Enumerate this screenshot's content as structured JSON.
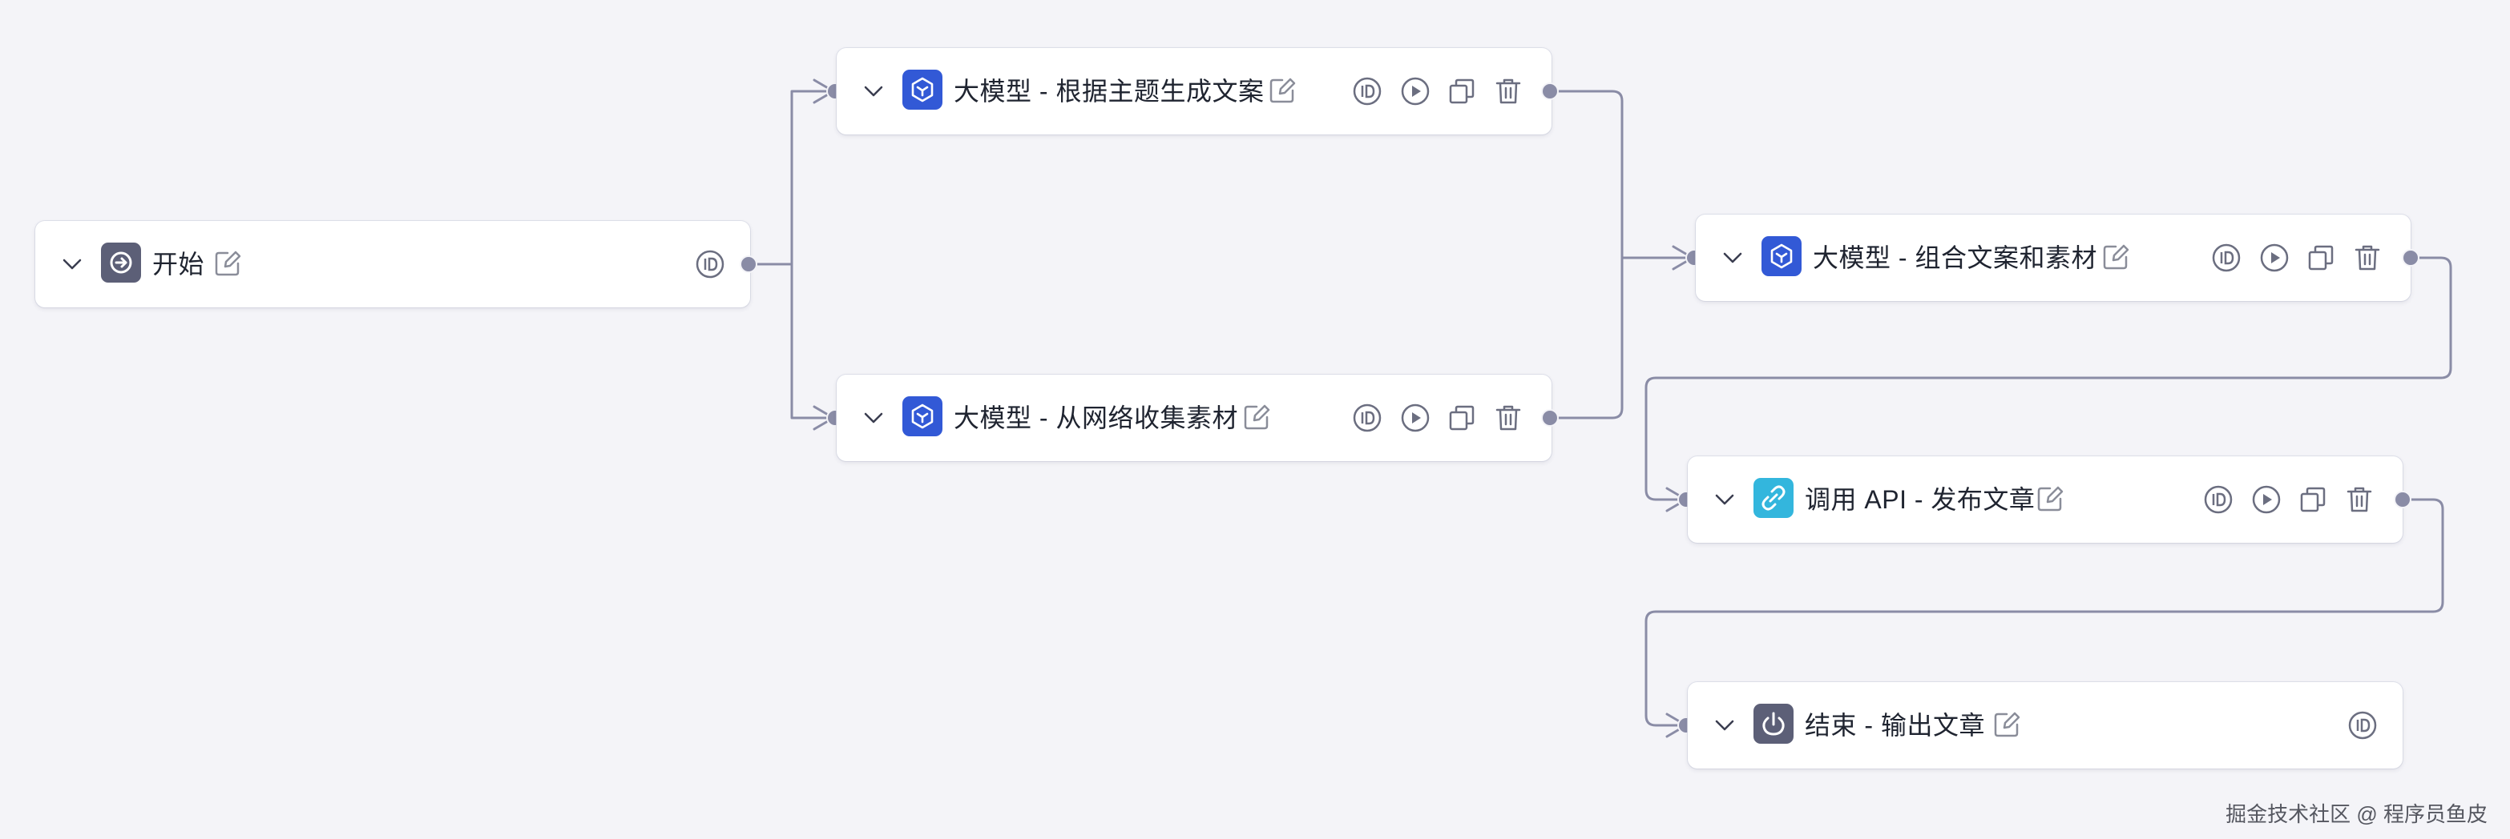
{
  "canvas": {
    "background": "#f4f4f8",
    "edge_color": "#8a8ca6",
    "port_color": "#8a8ca6"
  },
  "nodes": [
    {
      "id": "start",
      "title": "开始",
      "type": "start",
      "badge_color": "#5c5f77",
      "icon": "arrow-right-circle-icon"
    },
    {
      "id": "llm1",
      "title": "大模型 - 根据主题生成文案",
      "type": "llm",
      "badge_color": "#3259d6",
      "icon": "cube-icon"
    },
    {
      "id": "llm2",
      "title": "大模型 - 从网络收集素材",
      "type": "llm",
      "badge_color": "#3259d6",
      "icon": "cube-icon"
    },
    {
      "id": "llm3",
      "title": "大模型 - 组合文案和素材",
      "type": "llm",
      "badge_color": "#3259d6",
      "icon": "cube-icon"
    },
    {
      "id": "api",
      "title": "调用 API - 发布文章",
      "type": "api",
      "badge_color": "#33b6dd",
      "icon": "link-icon"
    },
    {
      "id": "end",
      "title": "结束 - 输出文章",
      "type": "end",
      "badge_color": "#5c5f77",
      "icon": "power-icon"
    }
  ],
  "edges": [
    [
      "start",
      "llm1"
    ],
    [
      "start",
      "llm2"
    ],
    [
      "llm1",
      "llm3"
    ],
    [
      "llm2",
      "llm3"
    ],
    [
      "llm3",
      "api"
    ],
    [
      "api",
      "end"
    ]
  ],
  "node_actions": [
    "id",
    "run",
    "copy",
    "delete"
  ],
  "watermark": "掘金技术社区 @ 程序员鱼皮"
}
